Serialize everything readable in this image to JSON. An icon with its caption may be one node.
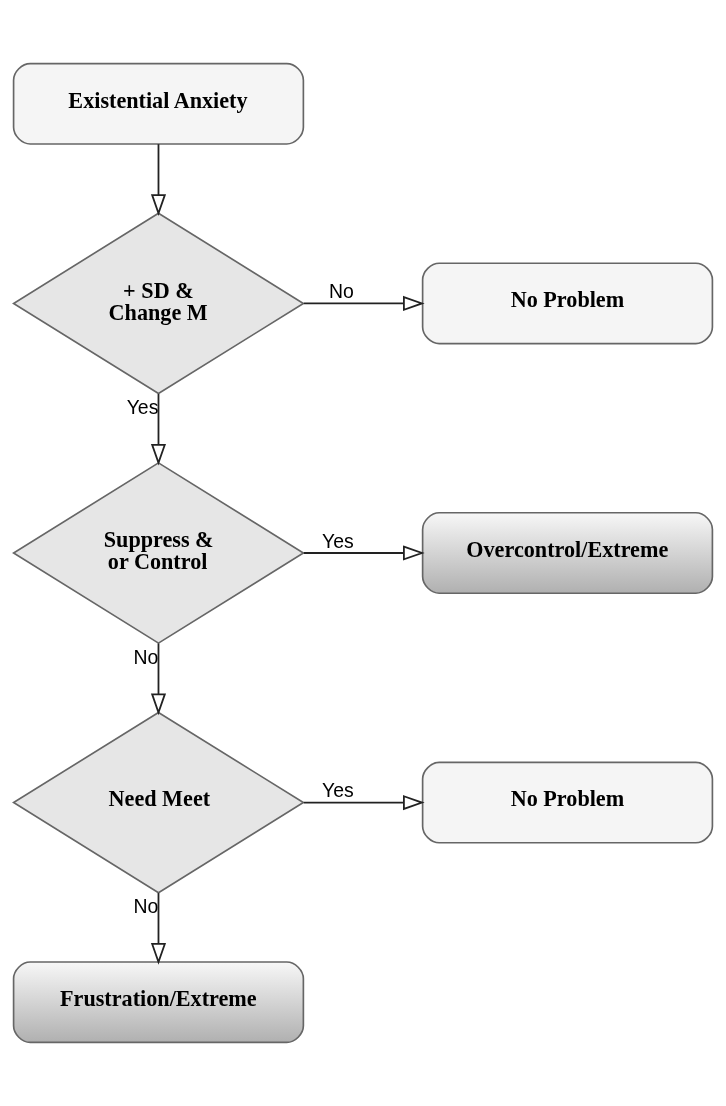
{
  "diagram": {
    "nodes": [
      {
        "text": [
          "Existential Anxiety"
        ]
      },
      {
        "text": [
          "+ SD & Change M"
        ]
      },
      {
        "text": [
          "No Problem"
        ]
      },
      {
        "text": [
          "Suppress & or Control"
        ]
      },
      {
        "text": [
          "Overcontrol/Extreme"
        ]
      },
      {
        "text": [
          "Need Meet"
        ]
      },
      {
        "text": [
          "No Problem"
        ]
      },
      {
        "text": [
          "Frustration/Extreme"
        ]
      }
    ],
    "edges": [
      {
        "from": 0,
        "to": 1,
        "arrow": "to"
      },
      {
        "from": 1,
        "to": 2,
        "arrow": "to",
        "label": "No"
      },
      {
        "from": 1,
        "to": 3,
        "arrow": "to",
        "label": "Yes"
      },
      {
        "from": 3,
        "to": 4,
        "arrow": "to",
        "label": "Yes"
      },
      {
        "from": 3,
        "to": 5,
        "arrow": "to",
        "label": "No"
      },
      {
        "from": 5,
        "to": 6,
        "arrow": "to",
        "label": "Yes"
      },
      {
        "from": 5,
        "to": 7,
        "arrow": "to",
        "label": "No"
      }
    ]
  }
}
